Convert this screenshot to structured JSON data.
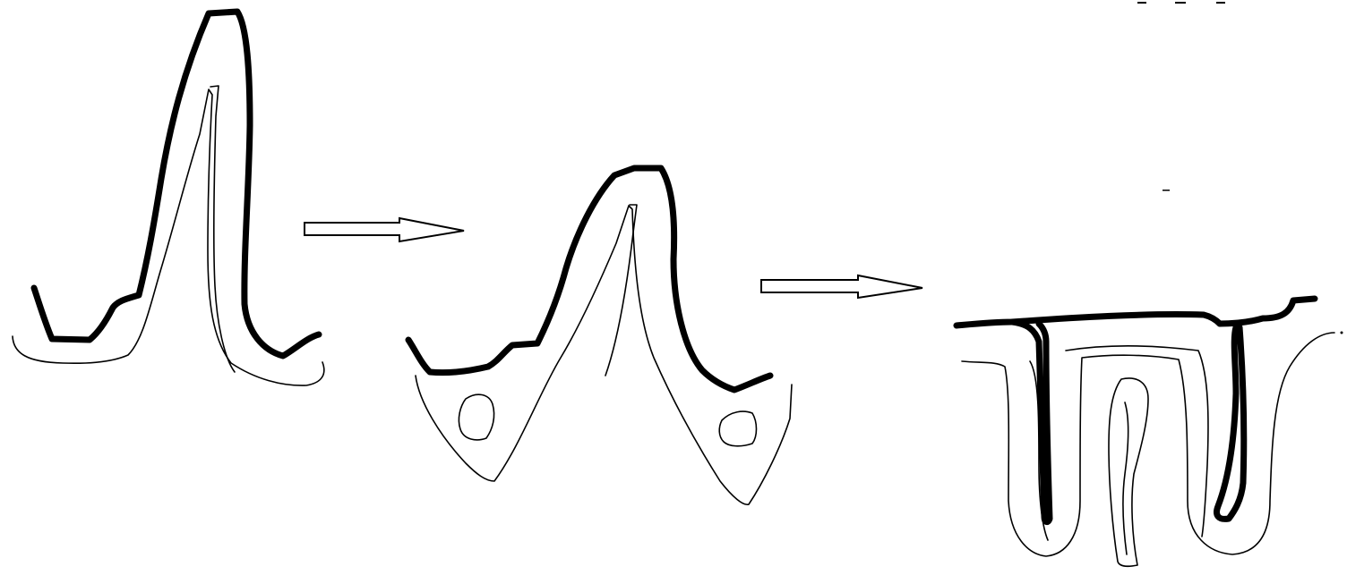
{
  "figure": {
    "stages": [
      {
        "id": "stage-1",
        "shape": "single-peak"
      },
      {
        "id": "stage-2",
        "shape": "peak-with-two-cavities"
      },
      {
        "id": "stage-3",
        "shape": "folded-u-structure"
      }
    ],
    "arrows": [
      {
        "from": "stage-1",
        "to": "stage-2",
        "direction": "right"
      },
      {
        "from": "stage-2",
        "to": "stage-3",
        "direction": "right"
      }
    ],
    "colors": {
      "background": "#ffffff",
      "ink": "#000000"
    }
  }
}
